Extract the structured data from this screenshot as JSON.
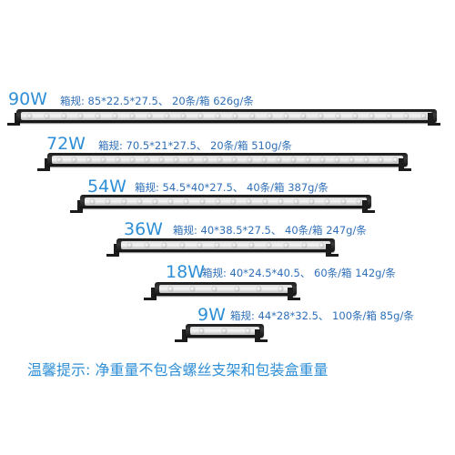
{
  "products": [
    {
      "wattage": "90W",
      "spec": "箱规: 85*22.5*27.5、 20条/箱  626g/条",
      "led_count": 24
    },
    {
      "wattage": "72W",
      "spec": "箱规: 70.5*21*27.5、 20条/箱  510g/条",
      "led_count": 24
    },
    {
      "wattage": "54W",
      "spec": "箱规: 54.5*40*27.5、 40条/箱  387g/条",
      "led_count": 18
    },
    {
      "wattage": "36W",
      "spec": "箱规: 40*38.5*27.5、 40条/箱  247g/条",
      "led_count": 12
    },
    {
      "wattage": "18W",
      "spec": "箱规: 40*24.5*40.5、 60条/箱  142g/条",
      "led_count": 6
    },
    {
      "wattage": "9W",
      "spec": "箱规: 44*28*32.5、 100条/箱  85g/条",
      "led_count": 3
    }
  ],
  "notice": "温馨提示: 净重量不包含螺丝支架和包装盒重量",
  "colors": {
    "text_accent": "#2f8fd6",
    "bar_body": "#1c1c1c",
    "lens": "#eeeeee"
  }
}
